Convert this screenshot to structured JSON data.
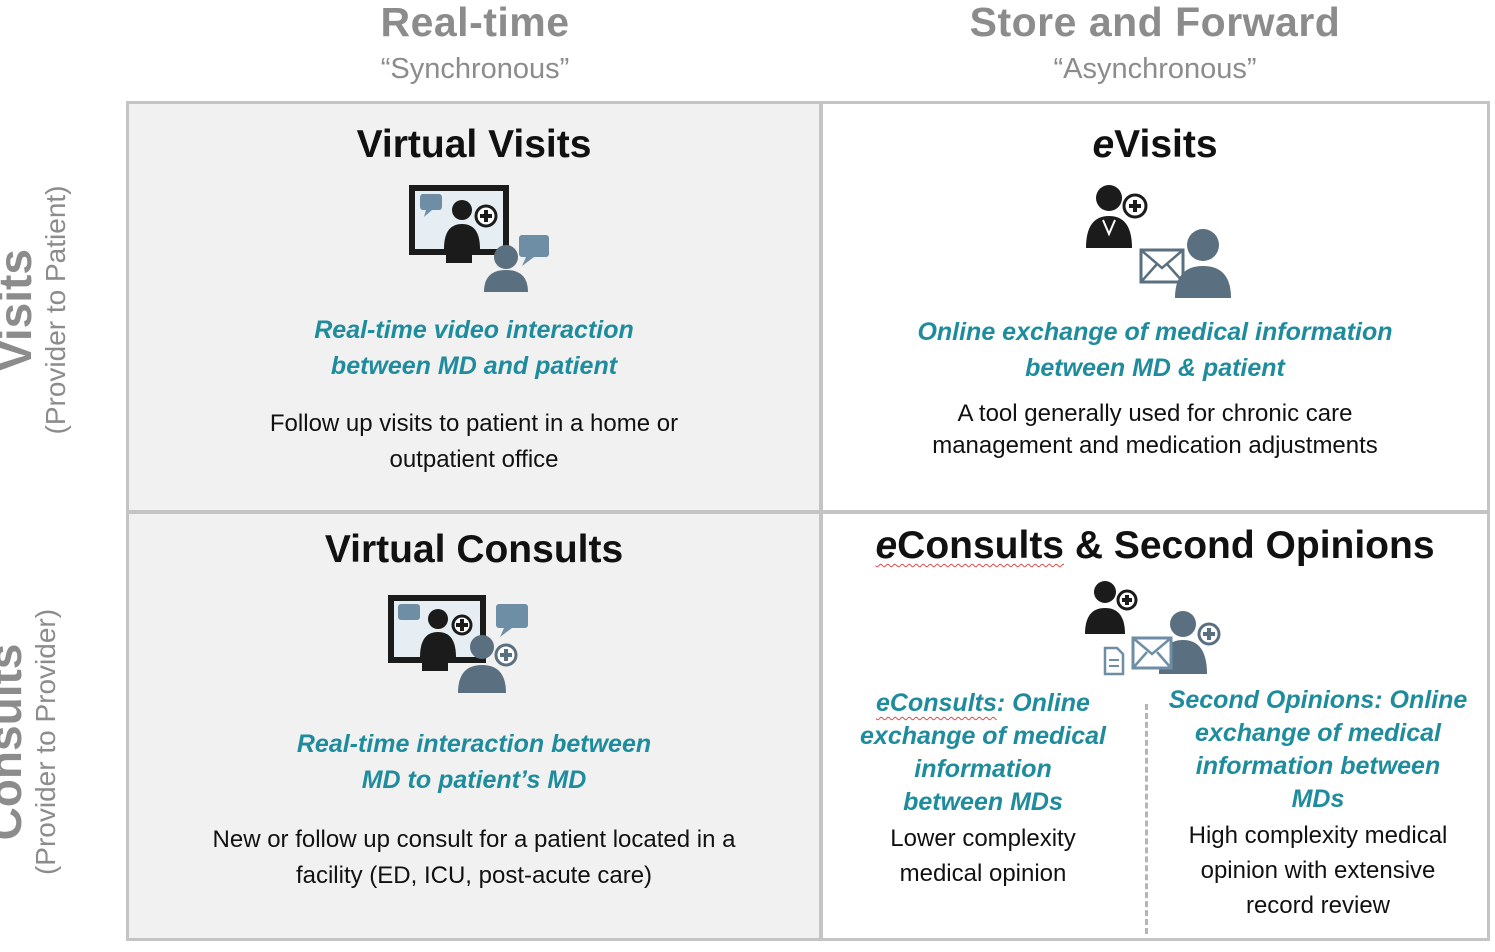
{
  "columns": [
    {
      "title": "Real-time",
      "subtitle": "“Synchronous”"
    },
    {
      "title": "Store and Forward",
      "subtitle": "“Asynchronous”"
    }
  ],
  "rows": [
    {
      "title": "Visits",
      "subtitle": "(Provider to Patient)"
    },
    {
      "title": "Consults",
      "subtitle": "(Provider to Provider)"
    }
  ],
  "cells": {
    "virtual_visits": {
      "title": "Virtual Visits",
      "tagline": [
        "Real-time video interaction",
        "between MD and patient"
      ],
      "description": [
        "Follow up visits to patient in a home or",
        "outpatient office"
      ],
      "icon": "video-visit-icon"
    },
    "evisits": {
      "title_prefix": "e",
      "title_rest": "Visits",
      "tagline": [
        "Online exchange of medical information",
        "between MD & patient"
      ],
      "description": [
        "A tool generally used for chronic care",
        "management and medication adjustments"
      ],
      "icon": "doctor-email-patient-icon"
    },
    "virtual_consults": {
      "title": "Virtual Consults",
      "tagline": [
        "Real-time interaction between",
        "MD to patient’s MD"
      ],
      "description": [
        "New or follow up consult for a patient located in a",
        "facility (ED, ICU, post-acute care)"
      ],
      "icon": "video-consult-icon"
    },
    "econsults": {
      "title_prefix": "e",
      "title_word": "Consults",
      "title_rest": " & Second Opinions",
      "icon": "doctor-document-email-doctor-icon",
      "left": {
        "tagline_underlined": "eConsults",
        "tagline_rest": ": Online",
        "tagline": [
          "exchange of medical",
          "information",
          "between MDs"
        ],
        "description": [
          "Lower complexity",
          "medical opinion"
        ]
      },
      "right": {
        "tagline": [
          "Second Opinions: Online",
          "exchange of medical",
          "information between",
          "MDs"
        ],
        "description": [
          "High complexity medical",
          "opinion with extensive",
          "record review"
        ]
      }
    }
  },
  "colors": {
    "teal": "#1e8c9c",
    "header_gray": "#8c8c8c",
    "cell_gray": "#f1f1f1",
    "icon_dark": "#1b1b1b",
    "icon_slate": "#5a6f80"
  }
}
